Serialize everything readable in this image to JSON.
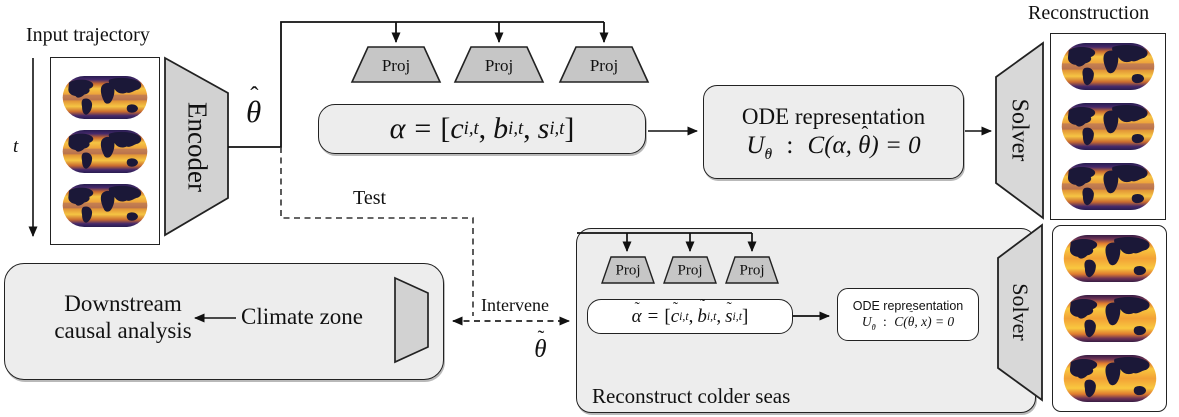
{
  "labels": {
    "input_trajectory": "Input trajectory",
    "time": "t",
    "encoder": "Encoder",
    "proj": "Proj",
    "test": "Test",
    "intervene": "Intervene",
    "reconstruction": "Reconstruction",
    "solver": "Solver",
    "downstream_line1": "Downstream",
    "downstream_line2": "causal analysis",
    "climate_zone": "Climate zone",
    "reconstruct_colder_seas": "Reconstruct colder seas"
  },
  "symbols": {
    "alpha": "α",
    "theta": "θ",
    "hat": "ˆ",
    "tilde": "˜",
    "x": "x"
  },
  "equations": {
    "alpha": {
      "lhs": "α",
      "rel": "=",
      "open": "[",
      "t1": "c",
      "t2": "b",
      "t3": "s",
      "sub": "i,t",
      "comma": ",",
      "close": "]"
    },
    "alpha_tilde": {
      "lhs": "α",
      "rel": "=",
      "open": "[",
      "t1": "c",
      "t2": "b",
      "t3": "s",
      "sub": "i,t",
      "comma": ",",
      "close": "]"
    },
    "ode_top": {
      "title": "ODE representation",
      "op": "U",
      "sub_theta": "θ",
      "colon": ":",
      "pre": "C(α, ",
      "theta": "θ",
      "post": ") = 0"
    },
    "ode_bottom": {
      "title": "ODE representation",
      "op": "U",
      "sub_theta": "θ",
      "colon": ":",
      "pre": "C(",
      "theta": "θ",
      "post": ", x) = 0"
    }
  },
  "colors": {
    "box_fill": "#ededed",
    "trapezoid_fill": "#cfcfcf",
    "proj_fill": "#c6c6c6",
    "border": "#222222",
    "line": "#111111",
    "earth_dark": "#1b1838",
    "earth_gold": "#f6c543",
    "earth_orange": "#d4722e",
    "earth_purple": "#45296b"
  }
}
